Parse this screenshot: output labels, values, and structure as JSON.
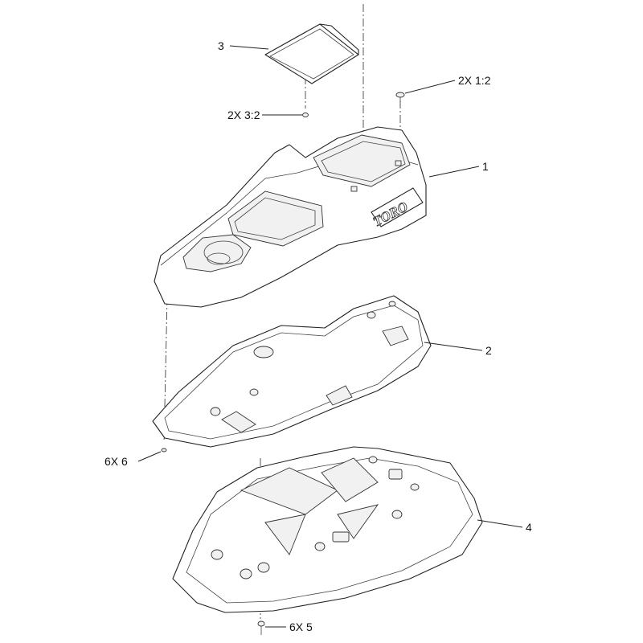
{
  "callouts": {
    "part_3": "3",
    "part_1": "1",
    "part_2": "2",
    "part_4": "4",
    "hw_1_2": "2X 1:2",
    "hw_3_2": "2X 3:2",
    "hw_6": "6X 6",
    "hw_5": "6X 5"
  },
  "logo": "TORO"
}
